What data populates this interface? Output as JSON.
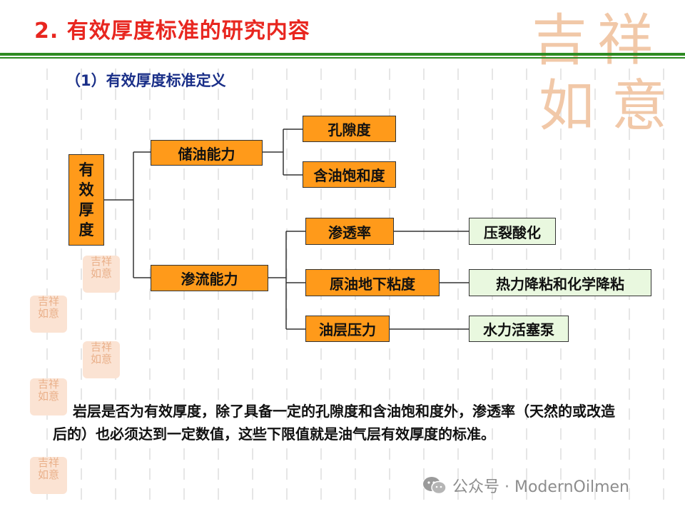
{
  "title": "2. 有效厚度标准的研究内容",
  "subtitle": "（1）有效厚度标准定义",
  "diagram": {
    "root": [
      "有",
      "效",
      "厚",
      "度"
    ],
    "branches": {
      "storage": "储油能力",
      "flow": "渗流能力"
    },
    "storage_children": [
      "孔隙度",
      "含油饱和度"
    ],
    "flow_children": [
      "渗透率",
      "原油地下粘度",
      "油层压力"
    ],
    "methods": [
      "压裂酸化",
      "热力降粘和化学降粘",
      "水力活塞泵"
    ]
  },
  "paragraph": "岩层是否为有效厚度，除了具备一定的孔隙度和含油饱和度外，渗透率（天然的或改造后的）也必须达到一定数值，这些下限值就是油气层有效厚度的标准。",
  "watermark": {
    "chars": [
      "吉",
      "祥",
      "如",
      "意"
    ],
    "footer": "公众号 · ModernOilmen"
  },
  "colors": {
    "title": "#e8261f",
    "subtitle": "#1a2f88",
    "rule": "#2e8b22",
    "box_orange": "#ff9a1a",
    "box_green": "#e9f8df"
  }
}
